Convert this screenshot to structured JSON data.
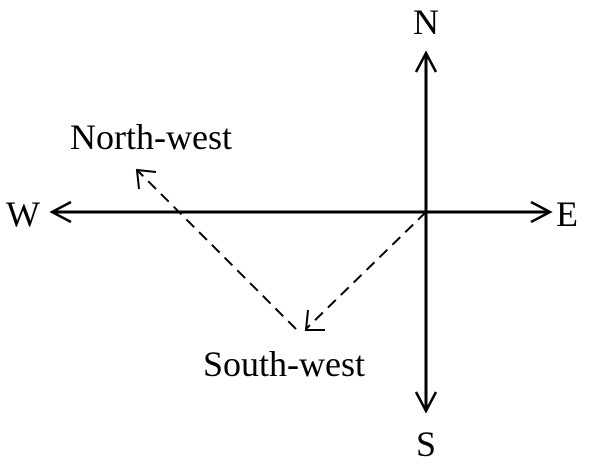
{
  "labels": {
    "north": "N",
    "south": "S",
    "east": "E",
    "west": "W",
    "north_west": "North-west",
    "south_west": "South-west"
  },
  "colors": {
    "stroke": "#000000",
    "background": "#ffffff"
  }
}
